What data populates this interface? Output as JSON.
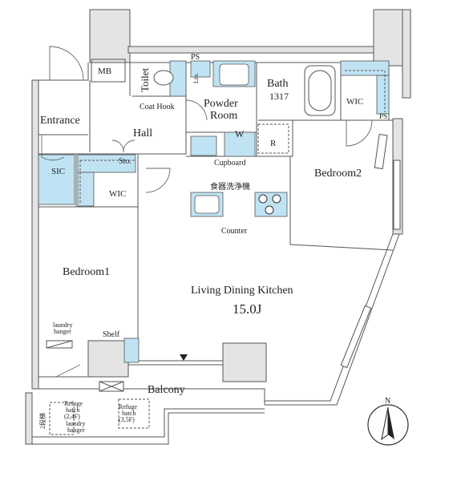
{
  "rooms": {
    "mb": "MB",
    "ps_top": "PS",
    "ps_right": "PS",
    "toilet": "Toilet",
    "lin": "Lin.",
    "bath": "Bath",
    "bath_size": "1317",
    "powder_line1": "Powder",
    "powder_line2": "Room",
    "coat_hook": "Coat Hook",
    "wic_right": "WIC",
    "entrance": "Entrance",
    "hall": "Hall",
    "washer": "W",
    "fridge": "R",
    "sic": "SIC",
    "storage": "Sto.",
    "wic_left": "WIC",
    "cupboard": "Cupboard",
    "dishwasher": "食器洗浄機",
    "counter": "Counter",
    "bedroom2": "Bedroom2",
    "bedroom1": "Bedroom1",
    "ldk": "Living Dining Kitchen",
    "ldk_size": "15.0J",
    "laundry_hanger_1_line1": "laundry",
    "laundry_hanger_1_line2": "hanger",
    "shelf": "Shelf",
    "balcony": "Balcony",
    "refuge_hatch_1_line1": "Refuge",
    "refuge_hatch_1_line2": "hatch",
    "refuge_hatch_1_line3": "(2,4F)",
    "laundry_hanger_2_line1": "laundry",
    "laundry_hanger_2_line2": "hanger",
    "refuge_hatch_2_line1": "Refuge",
    "refuge_hatch_2_line2": "hatch",
    "refuge_hatch_2_line3": "(3,5F)",
    "ladder": "2段梯",
    "north": "N"
  },
  "colors": {
    "fixture_blue": "#bfe3f2",
    "wall_gray": "#e4e4e4",
    "line": "#444444"
  }
}
